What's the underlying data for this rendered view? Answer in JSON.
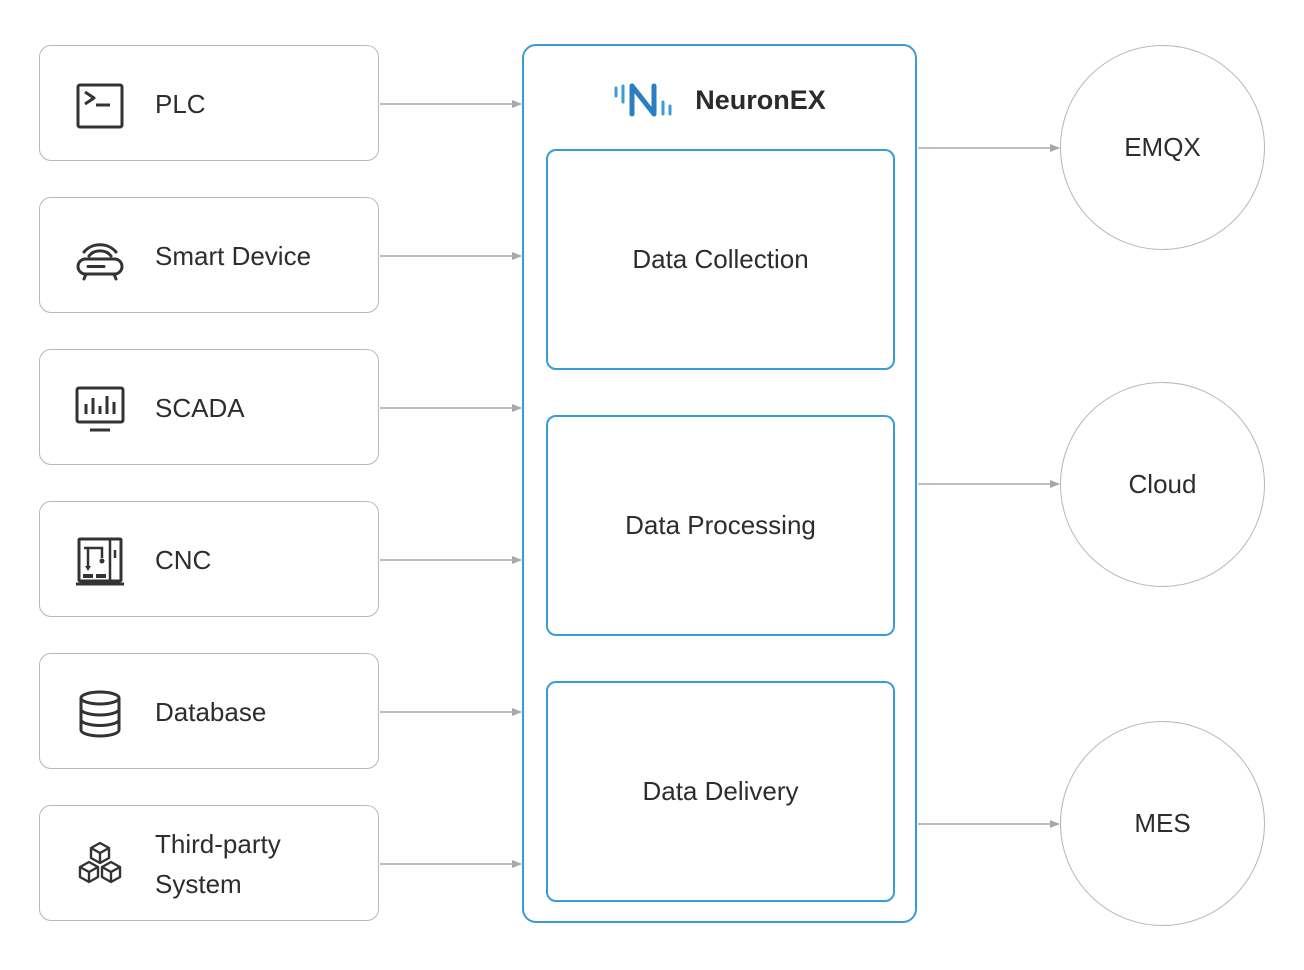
{
  "sources": [
    {
      "label": "PLC",
      "icon": "terminal-icon"
    },
    {
      "label": "Smart Device",
      "icon": "smart-device-icon"
    },
    {
      "label": "SCADA",
      "icon": "monitor-chart-icon"
    },
    {
      "label": "CNC",
      "icon": "cnc-machine-icon"
    },
    {
      "label": "Database",
      "icon": "database-icon"
    },
    {
      "label": "Third-party\nSystem",
      "icon": "cubes-icon"
    }
  ],
  "neuronex": {
    "title": "NeuronEX",
    "logo": "neuronex-logo-icon",
    "modules": [
      "Data Collection",
      "Data Processing",
      "Data Delivery"
    ]
  },
  "destinations": [
    "EMQX",
    "Cloud",
    "MES"
  ],
  "colors": {
    "accent": "#3a9bd6",
    "border_gray": "#b8b8b8",
    "arrow": "#a8a8a8",
    "text": "#2d2d2d"
  }
}
